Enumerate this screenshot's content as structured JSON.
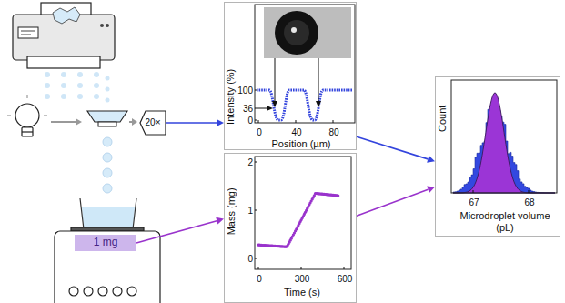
{
  "diagram": {
    "nodes": [
      {
        "text": [
          "20×"
        ]
      },
      {
        "text": [
          "1 mg"
        ]
      },
      {
        "text": [
          "Intensity (%)",
          "100",
          "36",
          "0",
          "0",
          "40",
          "80",
          "Position (µm)"
        ]
      },
      {
        "text": [
          "Mass (mg)",
          "2",
          "1",
          "0",
          "0",
          "300",
          "600",
          "Time (s)"
        ]
      },
      {
        "text": [
          "Count",
          "67",
          "68",
          "Microdroplet volume (pL)"
        ]
      }
    ],
    "edges": [
      {
        "from": 0,
        "to": 2,
        "arrow": "to"
      },
      {
        "from": 1,
        "to": 3,
        "arrow": "to"
      },
      {
        "from": 2,
        "to": 4,
        "arrow": "to"
      },
      {
        "from": 3,
        "to": 4,
        "arrow": "to"
      }
    ]
  }
}
